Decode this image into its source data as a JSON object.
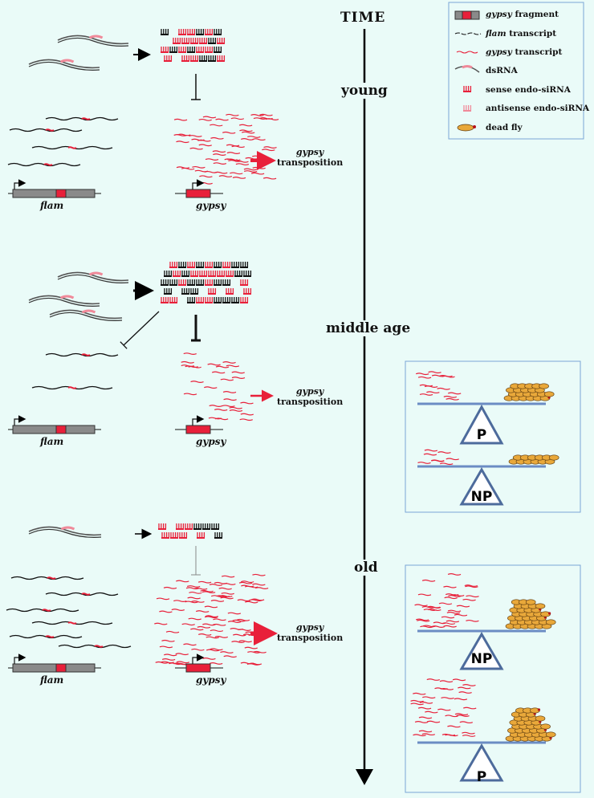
{
  "timeline": {
    "title": "TIME",
    "phases": [
      "young",
      "middle age",
      "old"
    ]
  },
  "legend": {
    "items": [
      {
        "icon": "gypsy-fragment-icon",
        "italic": "gypsy",
        "text": " fragment"
      },
      {
        "icon": "flam-transcript-icon",
        "italic": "flam",
        "text": " transcript"
      },
      {
        "icon": "gypsy-transcript-icon",
        "italic": "gypsy",
        "text": " transcript"
      },
      {
        "icon": "dsrna-icon",
        "italic": "",
        "text": "dsRNA"
      },
      {
        "icon": "sense-sirna-icon",
        "italic": "",
        "text": "sense endo-siRNA"
      },
      {
        "icon": "antisense-sirna-icon",
        "italic": "",
        "text": "antisense endo-siRNA"
      },
      {
        "icon": "dead-fly-icon",
        "italic": "",
        "text": "dead fly"
      }
    ]
  },
  "panels": {
    "young": {
      "flam_label": "flam",
      "gypsy_label": "gypsy",
      "transposition_italic": "gypsy",
      "transposition_text": "transposition"
    },
    "middle": {
      "flam_label": "flam",
      "gypsy_label": "gypsy",
      "transposition_italic": "gypsy",
      "transposition_text": "transposition"
    },
    "old": {
      "flam_label": "flam",
      "gypsy_label": "gypsy",
      "transposition_italic": "gypsy",
      "transposition_text": "transposition"
    }
  },
  "balances": {
    "middle": [
      "P",
      "NP"
    ],
    "old": [
      "NP",
      "P"
    ]
  },
  "colors": {
    "background": "#eafbf8",
    "gypsy_red": "#e8203a",
    "gypsy_pink": "#f08a9a",
    "scale_blue": "#6b8cc4",
    "gene_grey": "#8a8a8a",
    "fly_orange": "#e9a83a"
  }
}
